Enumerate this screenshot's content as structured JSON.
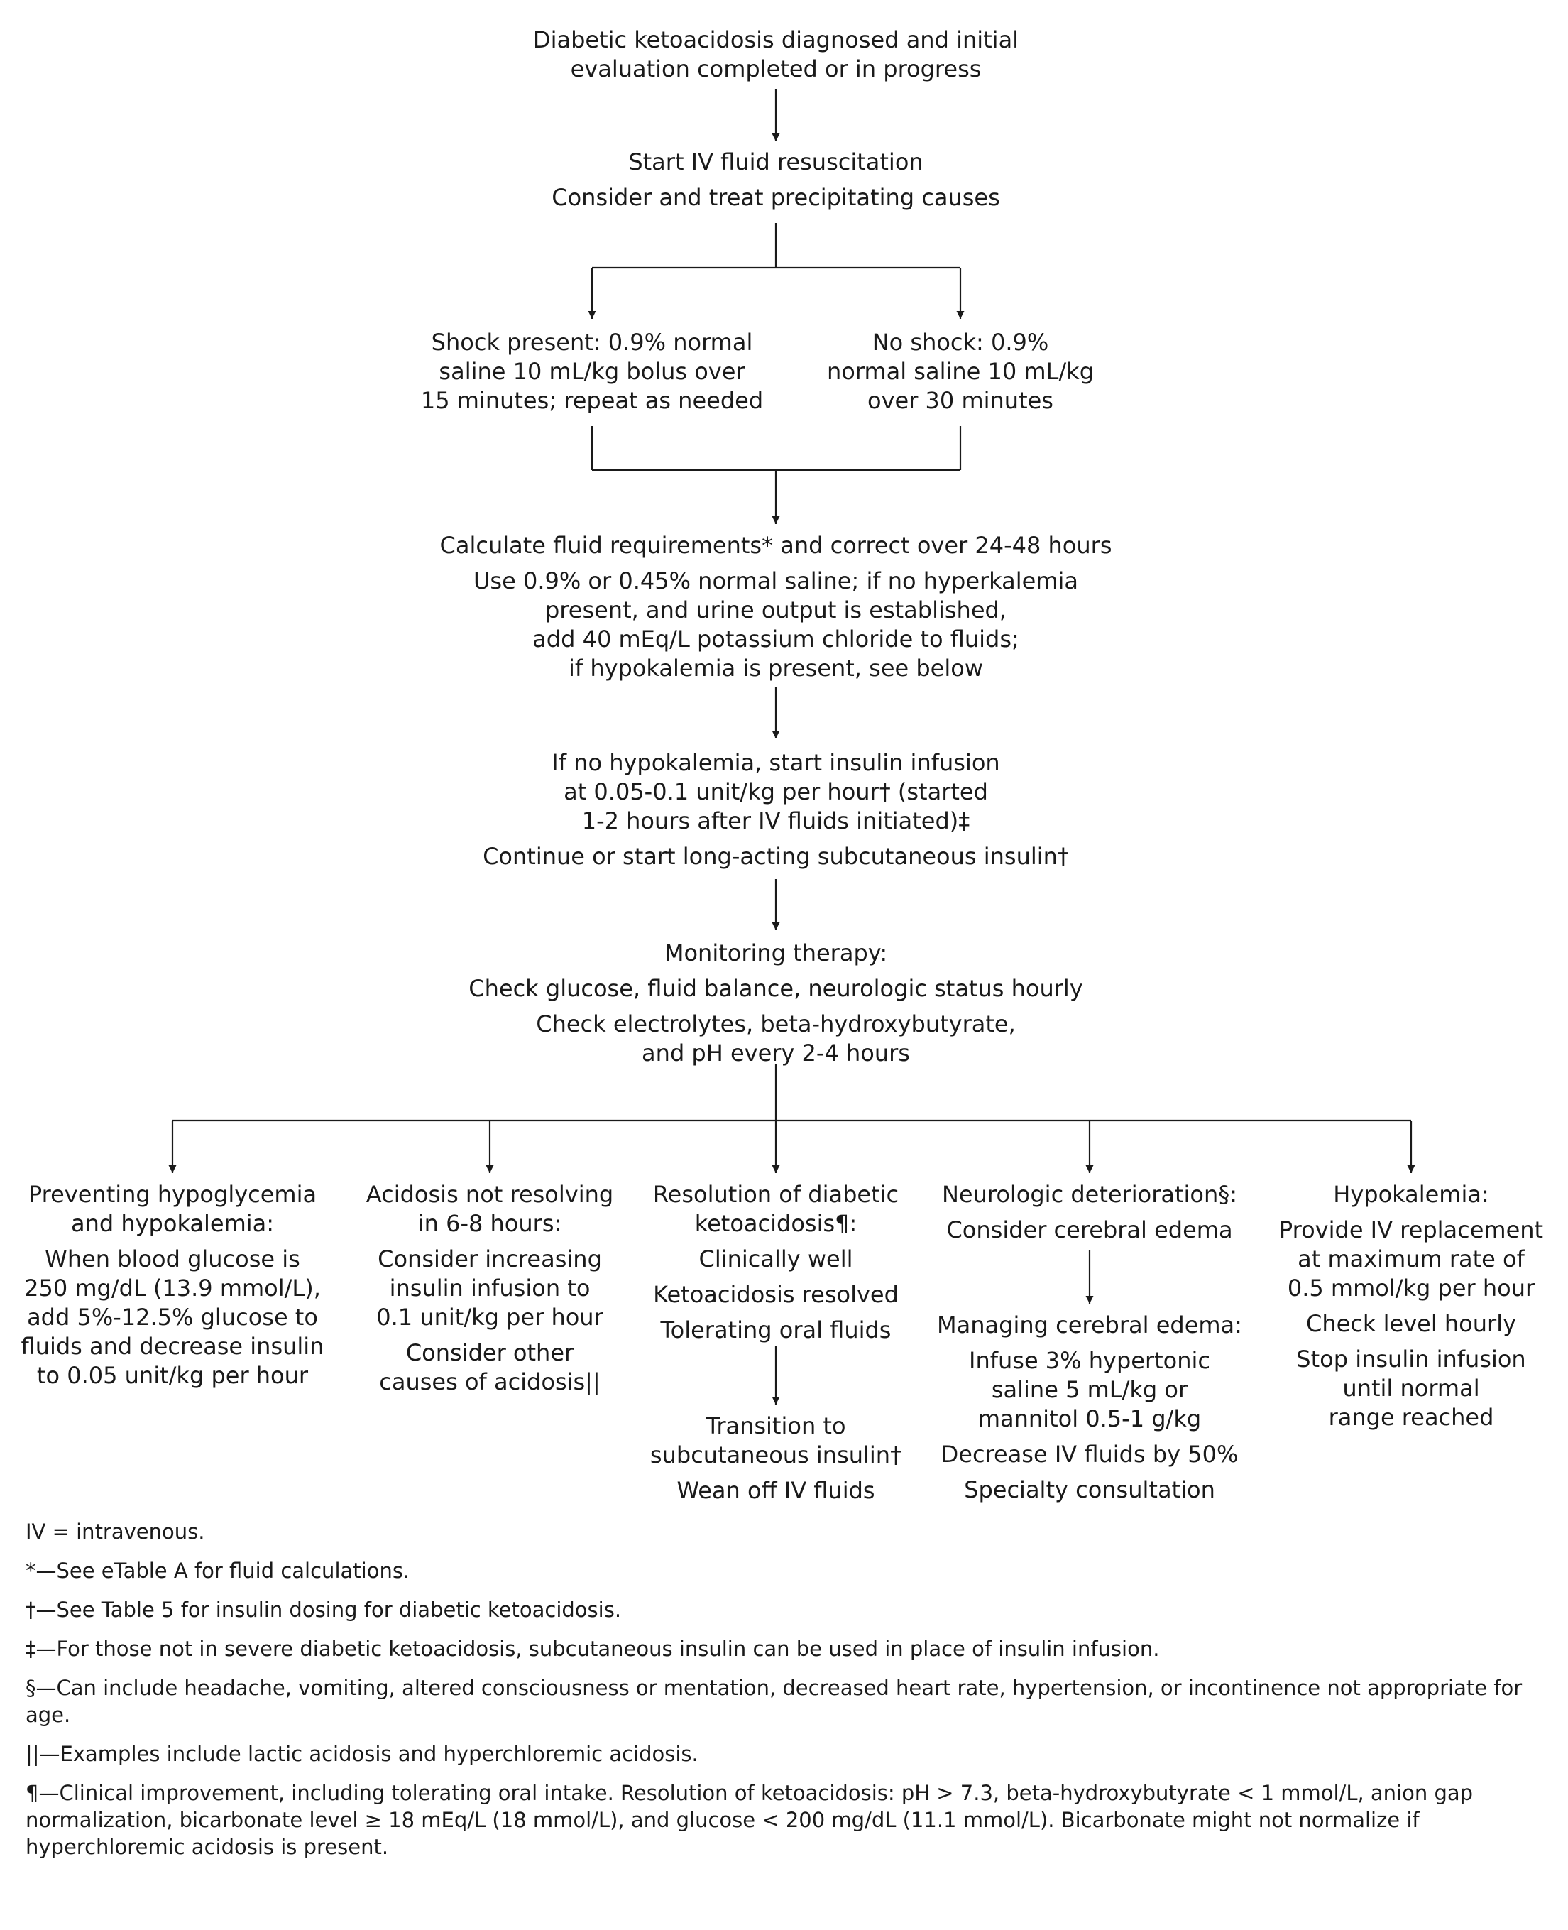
{
  "nodes": {
    "start": {
      "lines": [
        "Diabetic ketoacidosis diagnosed and initial",
        "evaluation completed or in progress"
      ]
    },
    "resus": {
      "lines": [
        "Start IV fluid resuscitation",
        "Consider and treat precipitating causes"
      ]
    },
    "shock": {
      "lines": [
        "Shock present: 0.9% normal",
        "saline 10 mL/kg bolus over",
        "15 minutes; repeat as needed"
      ]
    },
    "noshock": {
      "lines": [
        "No shock: 0.9%",
        "normal saline 10 mL/kg",
        "over 30 minutes"
      ]
    },
    "fluids": {
      "lines": [
        "Calculate fluid requirements* and correct over 24-48 hours",
        "Use 0.9% or 0.45% normal saline; if no hyperkalemia",
        "present, and urine output is established,",
        "add 40 mEq/L potassium chloride to fluids;",
        "if hypokalemia is present, see below"
      ]
    },
    "insulin": {
      "lines": [
        "If no hypokalemia, start insulin infusion",
        "at 0.05-0.1 unit/kg per hour† (started",
        "1-2 hours after IV fluids initiated)‡",
        "Continue or start long-acting subcutaneous insulin†"
      ]
    },
    "monitor": {
      "lines": [
        "Monitoring therapy:",
        "Check glucose, fluid balance, neurologic status hourly",
        "Check electrolytes, beta-hydroxybutyrate,",
        "and pH every 2-4 hours"
      ]
    },
    "hypoglycemia": {
      "lines": [
        "Preventing hypoglycemia",
        "and hypokalemia:",
        "When blood glucose is",
        "250 mg/dL (13.9 mmol/L),",
        "add 5%-12.5% glucose to",
        "fluids and decrease insulin",
        "to 0.05 unit/kg per hour"
      ]
    },
    "acidosis": {
      "lines": [
        "Acidosis not resolving",
        "in 6-8 hours:",
        "Consider increasing",
        "insulin infusion to",
        "0.1 unit/kg per hour",
        "Consider other",
        "causes of acidosis||"
      ]
    },
    "resolution": {
      "lines": [
        "Resolution of diabetic",
        "ketoacidosis¶:",
        "Clinically well",
        "Ketoacidosis resolved",
        "Tolerating oral fluids"
      ]
    },
    "transition": {
      "lines": [
        "Transition to",
        "subcutaneous insulin†",
        "Wean off IV fluids"
      ]
    },
    "neuro": {
      "lines": [
        "Neurologic deterioration§:",
        "Consider cerebral edema"
      ]
    },
    "edema": {
      "lines": [
        "Managing cerebral edema:",
        "Infuse 3%  hypertonic",
        "saline 5 mL/kg or",
        "mannitol 0.5-1 g/kg",
        "Decrease IV fluids by 50%",
        "Specialty consultation"
      ]
    },
    "hypokalemia": {
      "lines": [
        "Hypokalemia:",
        "Provide IV replacement",
        "at maximum rate of",
        "0.5 mmol/kg per hour",
        "Check level hourly",
        "Stop insulin infusion",
        "until normal",
        "range reached"
      ]
    }
  },
  "footnotes": [
    "IV = intravenous.",
    "*—See eTable A for fluid calculations.",
    "†—See Table 5 for insulin dosing for diabetic ketoacidosis.",
    "‡—For those not in severe diabetic ketoacidosis, subcutaneous insulin can be used in place of insulin infusion.",
    "§—Can include headache, vomiting, altered consciousness or mentation, decreased heart rate, hypertension, or incontinence not appropriate for age.",
    "||—Examples include lactic acidosis and hyperchloremic acidosis.",
    "¶—Clinical improvement, including tolerating oral intake. Resolution of ketoacidosis: pH > 7.3, beta-hydroxybutyrate < 1 mmol/L, anion gap normalization, bicarbonate level ≥ 18 mEq/L (18 mmol/L), and glucose < 200 mg/dL (11.1 mmol/L). Bicarbonate might not normalize if hyperchloremic acidosis is present."
  ]
}
